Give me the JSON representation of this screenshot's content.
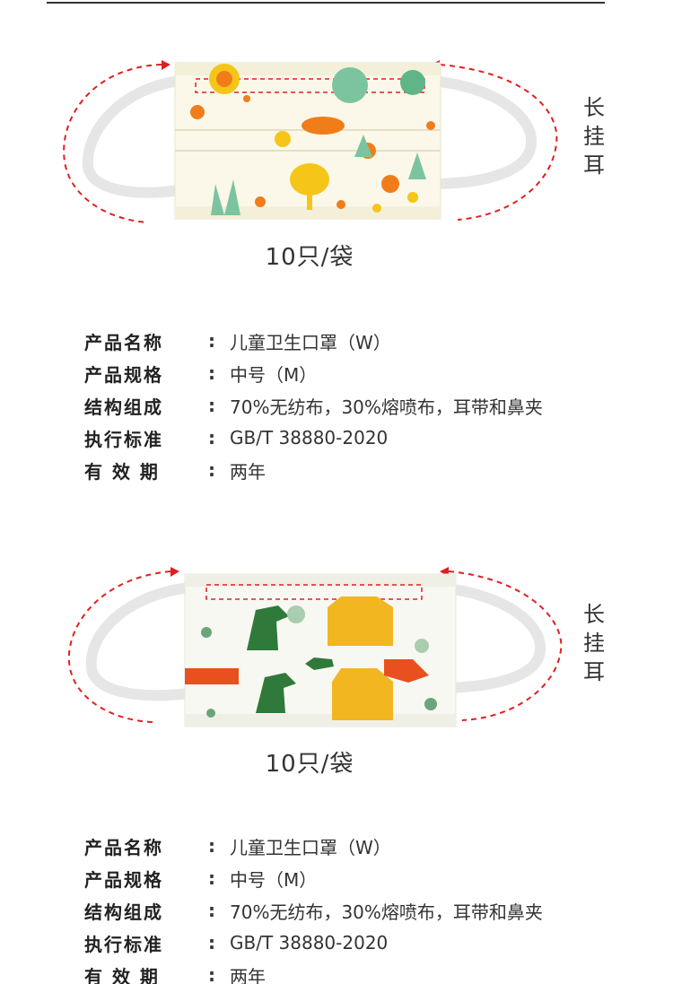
{
  "products": [
    {
      "side_label": [
        "长",
        "挂",
        "耳"
      ],
      "count_label": "10只/袋",
      "pattern": "flowers",
      "specs": [
        {
          "key": "产品名称",
          "value": "儿童卫生口罩（W）"
        },
        {
          "key": "产品规格",
          "value": "中号（M）"
        },
        {
          "key": "结构组成",
          "value": "70%无纺布，30%熔喷布，耳带和鼻夹"
        },
        {
          "key": "执行标准",
          "value": "GB/T 38880-2020"
        },
        {
          "key": "有 效 期",
          "value": "两年"
        }
      ]
    },
    {
      "side_label": [
        "长",
        "挂",
        "耳"
      ],
      "count_label": "10只/袋",
      "pattern": "dinosaurs",
      "specs": [
        {
          "key": "产品名称",
          "value": "儿童卫生口罩（W）"
        },
        {
          "key": "产品规格",
          "value": "中号（M）"
        },
        {
          "key": "结构组成",
          "value": "70%无纺布，30%熔喷布，耳带和鼻夹"
        },
        {
          "key": "执行标准",
          "value": "GB/T 38880-2020"
        },
        {
          "key": "有 效 期",
          "value": "两年"
        }
      ]
    }
  ],
  "colors": {
    "dashed_arrow": "#e02020",
    "ear_loop": "#f2f2f2",
    "flower_yellow": "#f5c518",
    "flower_orange": "#f07d1a",
    "leaf_green": "#7cc4a0",
    "dino_green": "#2f7a3a",
    "cat_yellow": "#f2b620",
    "orange_red": "#e8501f"
  }
}
